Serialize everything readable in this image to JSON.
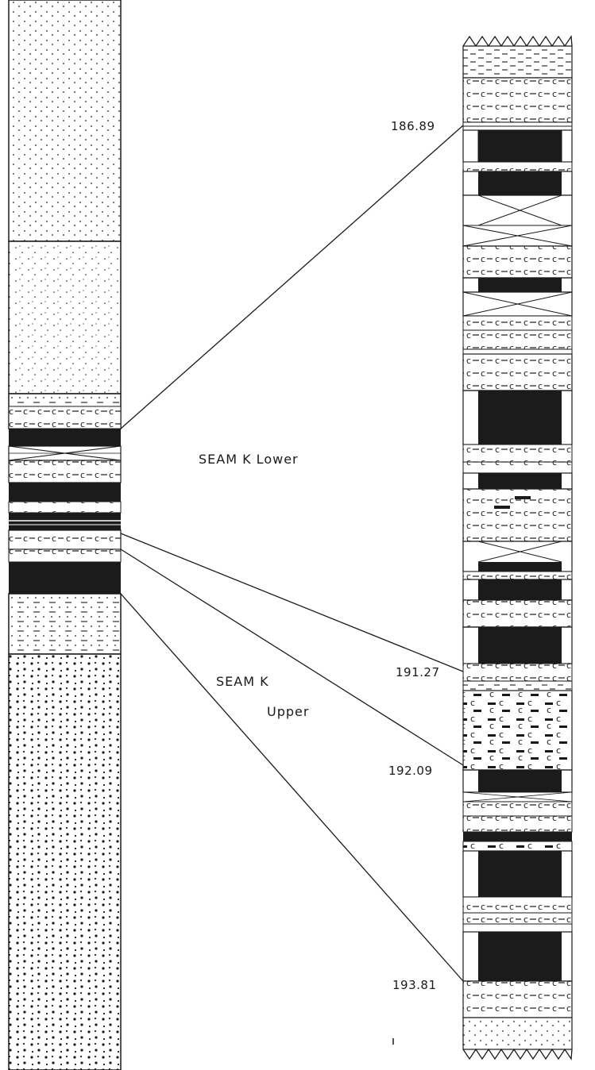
{
  "labels": {
    "seam_k_lower": "SEAM K Lower",
    "seam_k": "SEAM K",
    "upper": "Upper"
  },
  "depths": {
    "d1": "186.89",
    "d2": "191.27",
    "d3": "192.09",
    "d4": "193.81"
  },
  "glyphs": {
    "clay_mark": "c"
  },
  "colors": {
    "ink": "#1a1a1a",
    "coal": "#1b1b1b",
    "paper": "#ffffff"
  }
}
